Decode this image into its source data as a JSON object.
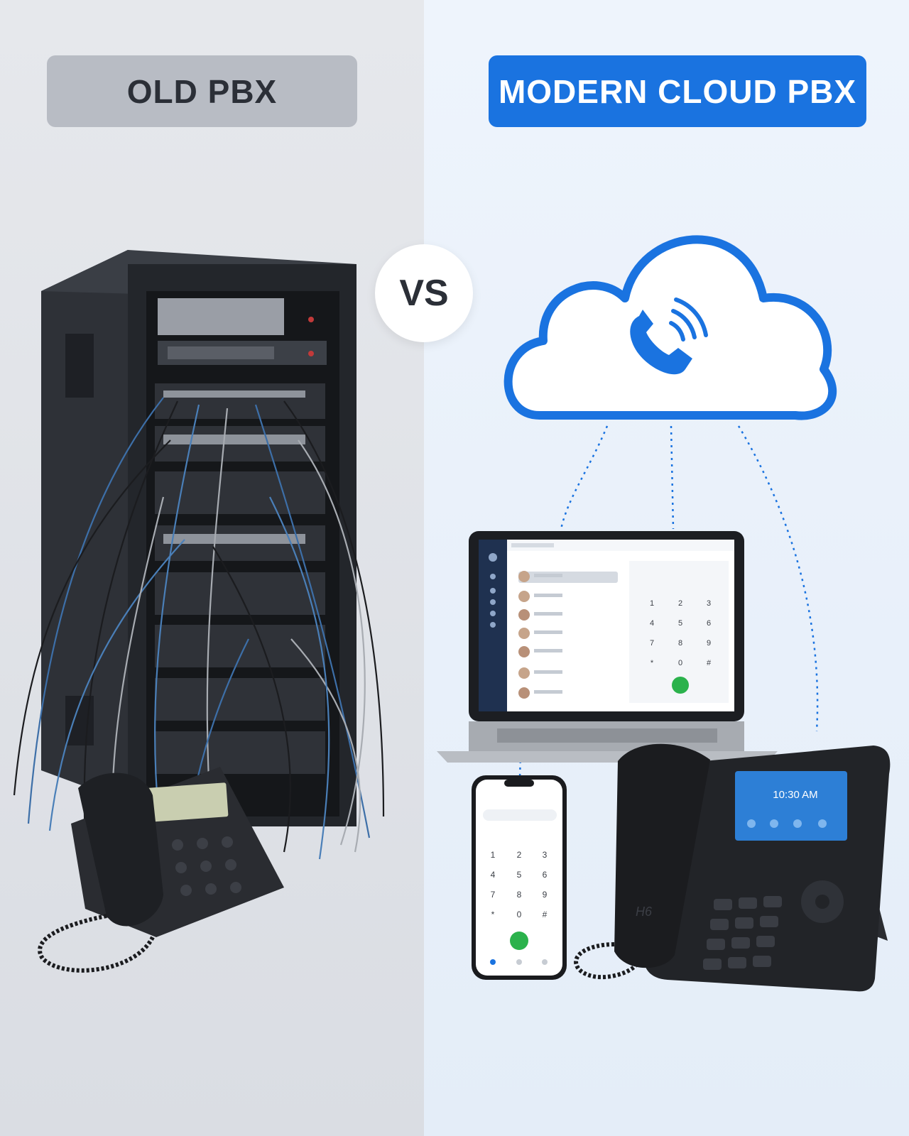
{
  "left": {
    "label": "OLD PBX"
  },
  "right": {
    "label": "MODERN CLOUD PBX"
  },
  "vs": "VS",
  "desk_phone": {
    "clock": "10:30 AM",
    "logo": "H6"
  },
  "laptop_dialpad": [
    "1",
    "2",
    "3",
    "4",
    "5",
    "6",
    "7",
    "8",
    "9",
    "*",
    "0",
    "#"
  ],
  "phone_dialpad": [
    "1",
    "2",
    "3",
    "4",
    "5",
    "6",
    "7",
    "8",
    "9",
    "*",
    "0",
    "#"
  ],
  "icons": {
    "cloud": "cloud-phone-icon",
    "call": "call-icon"
  },
  "colors": {
    "accent": "#1a73e0",
    "call_green": "#2bb24c",
    "rack": "#2a2d33"
  }
}
